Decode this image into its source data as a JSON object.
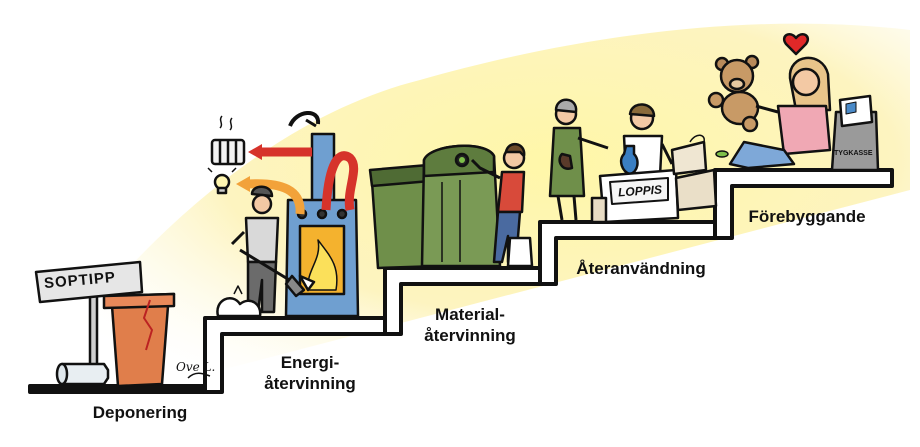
{
  "steps": [
    {
      "id": "deponering",
      "label": "Deponering"
    },
    {
      "id": "energi",
      "label_line1": "Energi-",
      "label_line2": "återvinning"
    },
    {
      "id": "material",
      "label_line1": "Material-",
      "label_line2": "återvinning"
    },
    {
      "id": "ateranvandning",
      "label": "Återanvändning"
    },
    {
      "id": "forebyggande",
      "label": "Förebyggande"
    }
  ],
  "signs": {
    "soptipp": "SOPTIPP",
    "loppis": "LOPPIS",
    "tygkasse": "TYGKASSE",
    "signature": "Ove L."
  },
  "colors": {
    "glow": "#fdf6b0",
    "outline": "#111111",
    "stair_fill": "#ffffff",
    "furnace_blue": "#6f9fd0",
    "fire": "#f4b22e",
    "arrow_red": "#d6332b",
    "arrow_orange": "#f2a23a",
    "pot": "#e07e4b",
    "container_green": "#6f8f4a",
    "heart": "#e02828"
  }
}
